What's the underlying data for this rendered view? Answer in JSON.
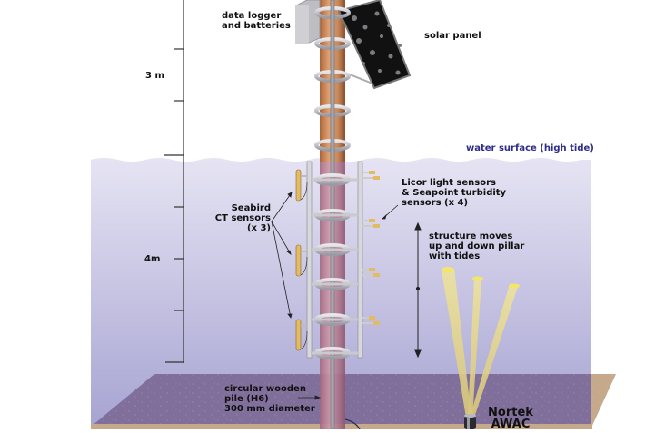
{
  "diagram": {
    "title": "",
    "scale": {
      "labels": [
        {
          "id": "scale-3m",
          "text": "3 m"
        },
        {
          "id": "scale-4m",
          "text": "4m"
        }
      ]
    },
    "labels": {
      "data_logger": "data logger\nand batteries",
      "solar_panel": "solar panel",
      "water_surface": "water surface (high tide)",
      "seabird": "Seabird\nCT sensors\n(x 3)",
      "licor": "Licor light sensors\n& Seapoint turbidity\nsensors (x 4)",
      "structure_moves": "structure moves\nup and down pillar\nwith tides",
      "pile": "circular wooden\npile (H6)\n300 mm diameter",
      "nortek": "Nortek\nAWAC"
    },
    "components": [
      {
        "name": "wooden-pile",
        "description": "circular wooden pile"
      },
      {
        "name": "data-logger-box",
        "description": "data logger and batteries"
      },
      {
        "name": "solar-panel",
        "description": "solar panel"
      },
      {
        "name": "sensor-frame",
        "description": "sliding sensor frame"
      },
      {
        "name": "seabird-ct-sensor",
        "count": 3
      },
      {
        "name": "licor-seapoint-sensor-pair",
        "count": 4
      },
      {
        "name": "nortek-awac",
        "beams": 3
      }
    ],
    "colors": {
      "water_top": "#e3e1f1",
      "water_bottom": "#a9a6d3",
      "seabed": "#7b6a9c",
      "sand": "#c8aa8a",
      "pile": "#c98a5c",
      "pile_underwater": "#b57d92",
      "water_label": "#2d2d8a",
      "beam": "#e6d888",
      "sensor": "#e2bb63"
    }
  }
}
